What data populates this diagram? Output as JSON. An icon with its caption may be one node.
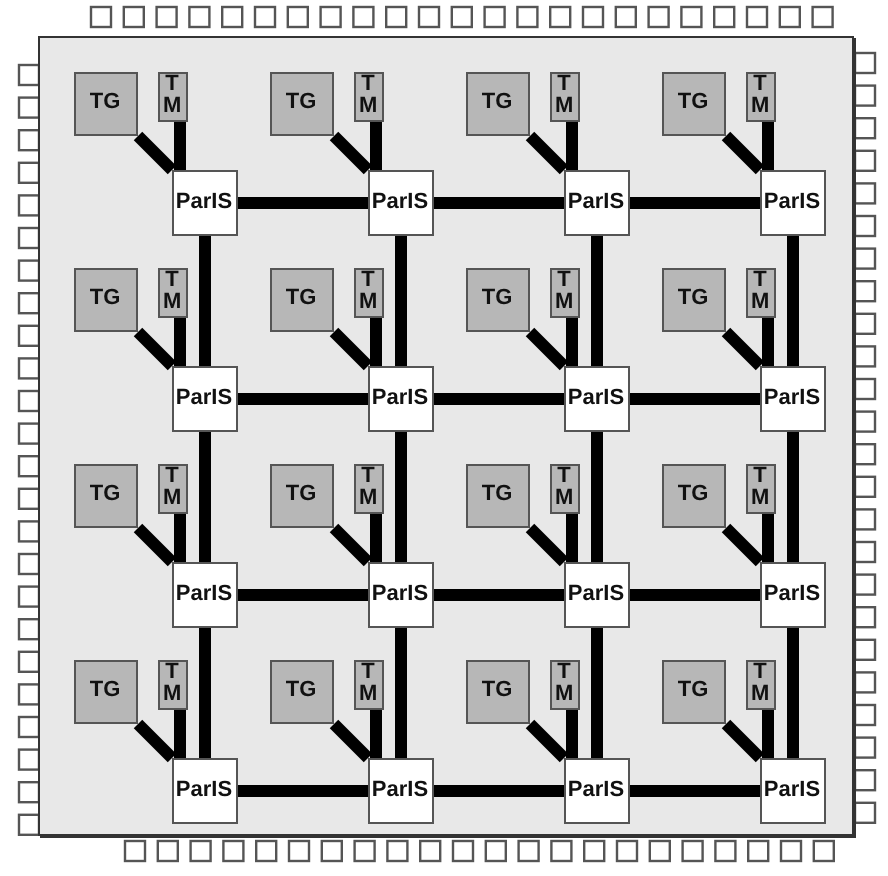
{
  "diagram": {
    "nodes": [
      {
        "text": [],
        "shape": "box"
      },
      {
        "text": [
          "TG"
        ],
        "in": 0
      },
      {
        "text": [
          "T M"
        ],
        "in": 0
      },
      {
        "text": [
          "ParIS"
        ],
        "in": 0
      },
      {
        "text": [
          "TG"
        ],
        "in": 0
      },
      {
        "text": [
          "T M"
        ],
        "in": 0
      },
      {
        "text": [
          "ParIS"
        ],
        "in": 0
      },
      {
        "text": [
          "TG"
        ],
        "in": 0
      },
      {
        "text": [
          "T M"
        ],
        "in": 0
      },
      {
        "text": [
          "ParIS"
        ],
        "in": 0
      },
      {
        "text": [
          "TG"
        ],
        "in": 0
      },
      {
        "text": [
          "T M"
        ],
        "in": 0
      },
      {
        "text": [
          "ParIS"
        ],
        "in": 0
      },
      {
        "text": [
          "TG"
        ],
        "in": 0
      },
      {
        "text": [
          "T M"
        ],
        "in": 0
      },
      {
        "text": [
          "ParIS"
        ],
        "in": 0
      },
      {
        "text": [
          "TG"
        ],
        "in": 0
      },
      {
        "text": [
          "T M"
        ],
        "in": 0
      },
      {
        "text": [
          "ParIS"
        ],
        "in": 0
      },
      {
        "text": [
          "TG"
        ],
        "in": 0
      },
      {
        "text": [
          "T M"
        ],
        "in": 0
      },
      {
        "text": [
          "ParIS"
        ],
        "in": 0
      },
      {
        "text": [
          "TG"
        ],
        "in": 0
      },
      {
        "text": [
          "T M"
        ],
        "in": 0
      },
      {
        "text": [
          "ParIS"
        ],
        "in": 0
      },
      {
        "text": [
          "TG"
        ],
        "in": 0
      },
      {
        "text": [
          "T M"
        ],
        "in": 0
      },
      {
        "text": [
          "ParIS"
        ],
        "in": 0
      },
      {
        "text": [
          "TG"
        ],
        "in": 0
      },
      {
        "text": [
          "T M"
        ],
        "in": 0
      },
      {
        "text": [
          "ParIS"
        ],
        "in": 0
      },
      {
        "text": [
          "TG"
        ],
        "in": 0
      },
      {
        "text": [
          "T M"
        ],
        "in": 0
      },
      {
        "text": [
          "ParIS"
        ],
        "in": 0
      },
      {
        "text": [
          "TG"
        ],
        "in": 0
      },
      {
        "text": [
          "T M"
        ],
        "in": 0
      },
      {
        "text": [
          "ParIS"
        ],
        "in": 0
      },
      {
        "text": [
          "TG"
        ],
        "in": 0
      },
      {
        "text": [
          "T M"
        ],
        "in": 0
      },
      {
        "text": [
          "ParIS"
        ],
        "in": 0
      },
      {
        "text": [
          "TG"
        ],
        "in": 0
      },
      {
        "text": [
          "T M"
        ],
        "in": 0
      },
      {
        "text": [
          "ParIS"
        ],
        "in": 0
      },
      {
        "text": [
          "TG"
        ],
        "in": 0
      },
      {
        "text": [
          "T M"
        ],
        "in": 0
      },
      {
        "text": [
          "ParIS"
        ],
        "in": 0
      },
      {
        "text": [
          "TG"
        ],
        "in": 0
      },
      {
        "text": [
          "T M"
        ],
        "in": 0
      },
      {
        "text": [
          "ParIS"
        ],
        "in": 0
      }
    ],
    "edges": [
      {
        "from": 1,
        "to": 3,
        "arrow": "none"
      },
      {
        "from": 2,
        "to": 3,
        "arrow": "none"
      },
      {
        "from": 4,
        "to": 6,
        "arrow": "none"
      },
      {
        "from": 5,
        "to": 6,
        "arrow": "none"
      },
      {
        "from": 7,
        "to": 9,
        "arrow": "none"
      },
      {
        "from": 8,
        "to": 9,
        "arrow": "none"
      },
      {
        "from": 10,
        "to": 12,
        "arrow": "none"
      },
      {
        "from": 11,
        "to": 12,
        "arrow": "none"
      },
      {
        "from": 13,
        "to": 15,
        "arrow": "none"
      },
      {
        "from": 14,
        "to": 15,
        "arrow": "none"
      },
      {
        "from": 16,
        "to": 18,
        "arrow": "none"
      },
      {
        "from": 17,
        "to": 18,
        "arrow": "none"
      },
      {
        "from": 19,
        "to": 21,
        "arrow": "none"
      },
      {
        "from": 20,
        "to": 21,
        "arrow": "none"
      },
      {
        "from": 22,
        "to": 24,
        "arrow": "none"
      },
      {
        "from": 23,
        "to": 24,
        "arrow": "none"
      },
      {
        "from": 25,
        "to": 27,
        "arrow": "none"
      },
      {
        "from": 26,
        "to": 27,
        "arrow": "none"
      },
      {
        "from": 28,
        "to": 30,
        "arrow": "none"
      },
      {
        "from": 29,
        "to": 30,
        "arrow": "none"
      },
      {
        "from": 31,
        "to": 33,
        "arrow": "none"
      },
      {
        "from": 32,
        "to": 33,
        "arrow": "none"
      },
      {
        "from": 34,
        "to": 36,
        "arrow": "none"
      },
      {
        "from": 35,
        "to": 36,
        "arrow": "none"
      },
      {
        "from": 37,
        "to": 39,
        "arrow": "none"
      },
      {
        "from": 38,
        "to": 39,
        "arrow": "none"
      },
      {
        "from": 40,
        "to": 42,
        "arrow": "none"
      },
      {
        "from": 41,
        "to": 42,
        "arrow": "none"
      },
      {
        "from": 43,
        "to": 45,
        "arrow": "none"
      },
      {
        "from": 44,
        "to": 45,
        "arrow": "none"
      },
      {
        "from": 46,
        "to": 48,
        "arrow": "none"
      },
      {
        "from": 47,
        "to": 48,
        "arrow": "none"
      },
      {
        "from": 3,
        "to": 6,
        "arrow": "none"
      },
      {
        "from": 6,
        "to": 9,
        "arrow": "none"
      },
      {
        "from": 9,
        "to": 12,
        "arrow": "none"
      },
      {
        "from": 15,
        "to": 18,
        "arrow": "none"
      },
      {
        "from": 18,
        "to": 21,
        "arrow": "none"
      },
      {
        "from": 21,
        "to": 24,
        "arrow": "none"
      },
      {
        "from": 27,
        "to": 30,
        "arrow": "none"
      },
      {
        "from": 30,
        "to": 33,
        "arrow": "none"
      },
      {
        "from": 33,
        "to": 36,
        "arrow": "none"
      },
      {
        "from": 39,
        "to": 42,
        "arrow": "none"
      },
      {
        "from": 42,
        "to": 45,
        "arrow": "none"
      },
      {
        "from": 45,
        "to": 48,
        "arrow": "none"
      },
      {
        "from": 3,
        "to": 15,
        "arrow": "none"
      },
      {
        "from": 15,
        "to": 27,
        "arrow": "none"
      },
      {
        "from": 27,
        "to": 39,
        "arrow": "none"
      },
      {
        "from": 6,
        "to": 18,
        "arrow": "none"
      },
      {
        "from": 18,
        "to": 30,
        "arrow": "none"
      },
      {
        "from": 30,
        "to": 42,
        "arrow": "none"
      },
      {
        "from": 9,
        "to": 21,
        "arrow": "none"
      },
      {
        "from": 21,
        "to": 33,
        "arrow": "none"
      },
      {
        "from": 33,
        "to": 45,
        "arrow": "none"
      },
      {
        "from": 12,
        "to": 24,
        "arrow": "none"
      },
      {
        "from": 24,
        "to": 36,
        "arrow": "none"
      },
      {
        "from": 36,
        "to": 48,
        "arrow": "none"
      }
    ]
  }
}
